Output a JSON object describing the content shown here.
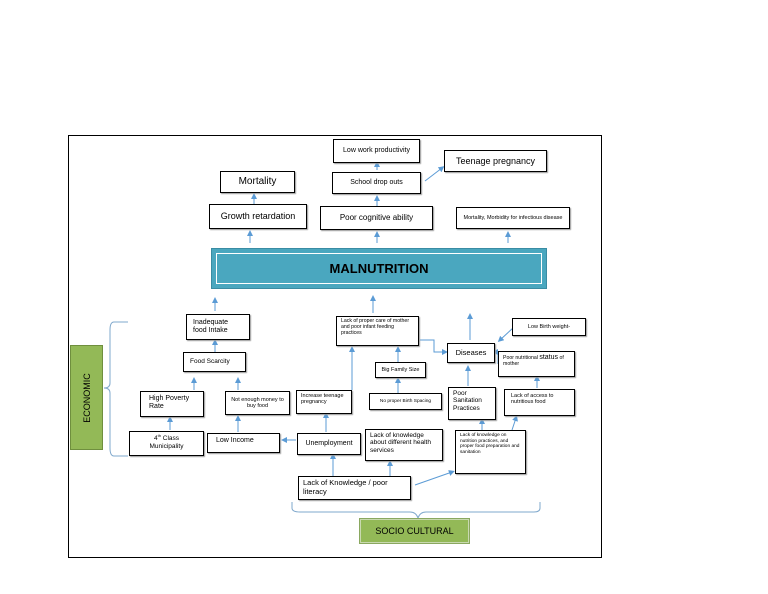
{
  "diagram": {
    "center": "MALNUTRITION",
    "top_row": {
      "low_work_productivity": "Low work productivity",
      "teenage_pregnancy": "Teenage pregnancy",
      "mortality": "Mortality",
      "school_drop_outs": "School drop outs",
      "growth_retardation": "Growth retardation",
      "poor_cognitive_ability": "Poor cognitive ability",
      "mortality_morbidity": "Mortality, Morbidity for infectious disease"
    },
    "causes": {
      "inadequate_food_intake": "Inadequate food Intake",
      "food_scarcity": "Food Scarcity",
      "high_poverty_rate": "High Poverty Rate",
      "not_enough_money": "Not enough money to buy food",
      "fourth_class_prefix": "4",
      "fourth_class_sup": "th",
      "fourth_class_rest": " Class Municipality",
      "low_income": "Low Income",
      "unemployment": "Unemployment",
      "increase_teenage_pregnancy": "Increase teenage pregnancy",
      "lack_of_proper_care": "Lack of proper care of mother and poor infant feeding practices",
      "big_family_size": "Big Family Size",
      "no_proper_birth_spacing": "No proper Birth Spacing",
      "lack_of_knowledge_health_services": "Lack of knowledge about different health services",
      "lack_of_knowledge_poor_literacy": "Lack of Knowledge / poor literacy",
      "diseases": "Diseases",
      "poor_sanitation_practices": "Poor Sanitation Practices",
      "lack_of_knowledge_nutrition": "Lack of knowledge on nutrition practices, and proper food preparation and sanitation",
      "low_birth_weight": "Low Birth weight-",
      "poor_nutritional_status_prefix": "Poor nutritional ",
      "poor_nutritional_status_big": "status",
      "poor_nutritional_status_rest": " of mother",
      "lack_of_access_nutritious_food": "Lack of access to nutritious food"
    },
    "side_labels": {
      "economic": "ECONOMIC",
      "socio_cultural": "SOCIO CULTURAL"
    },
    "colors": {
      "banner": "#4aa7bf",
      "label_box": "#93b957",
      "arrow": "#5b9bd5"
    }
  }
}
